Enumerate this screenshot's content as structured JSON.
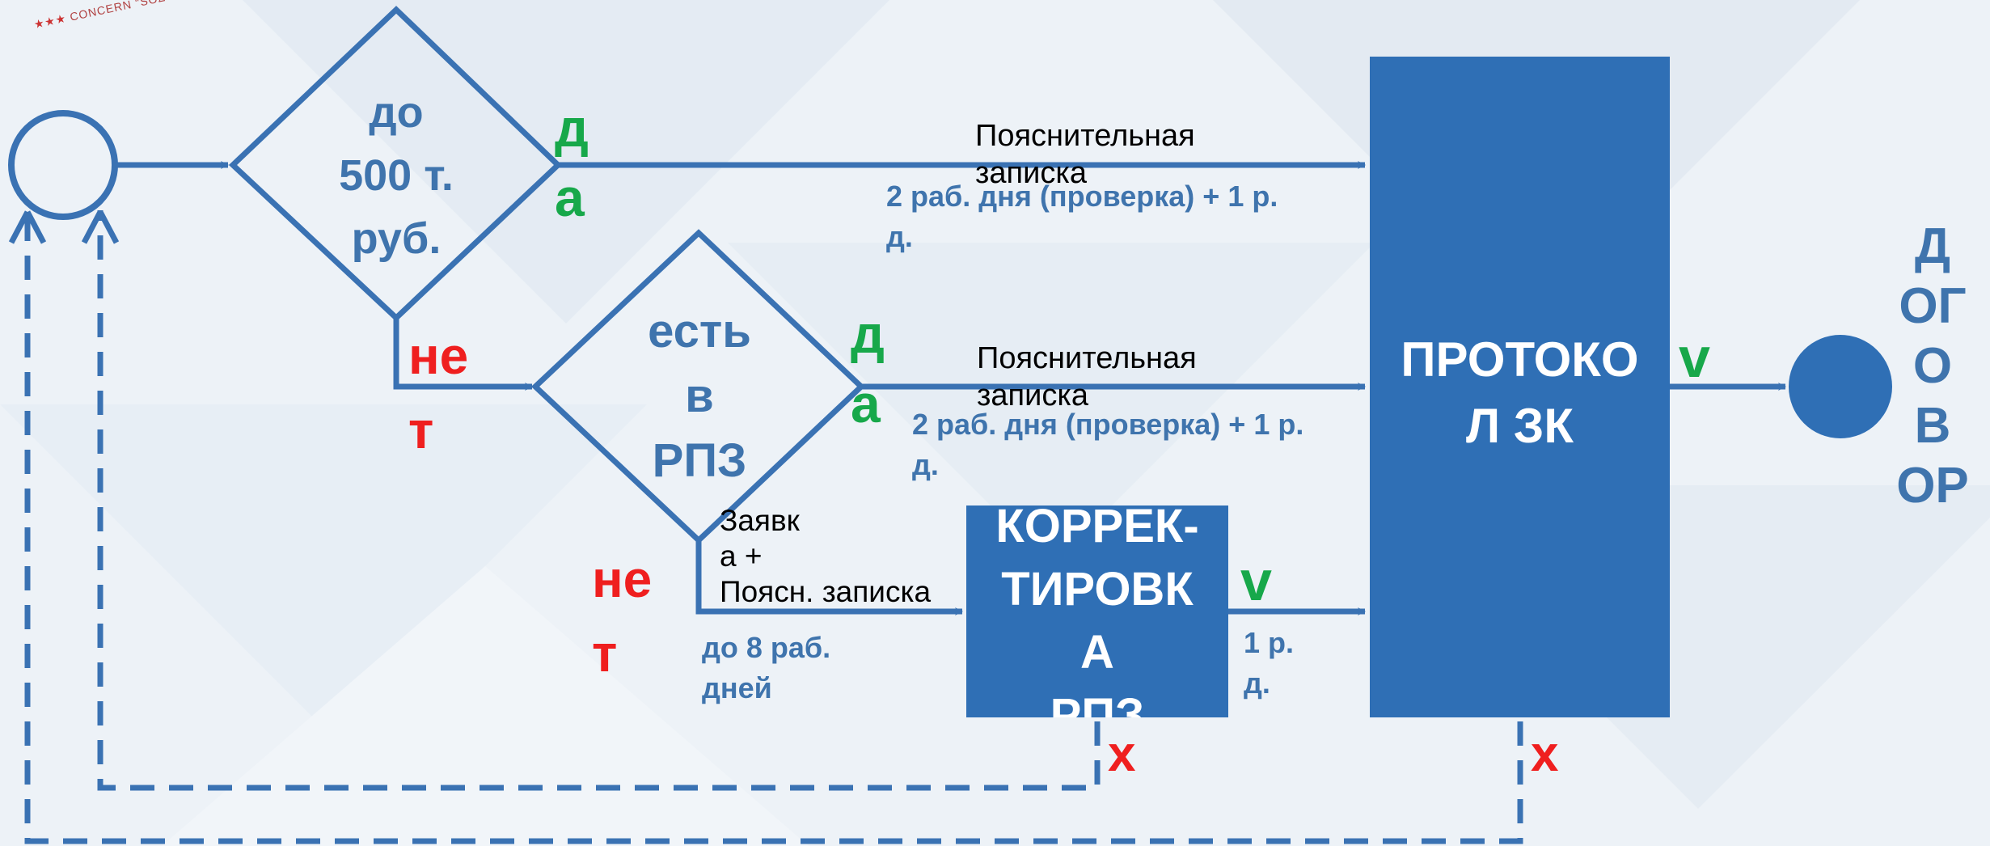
{
  "logo": {
    "text": "CONCERN \"SOZVEZ"
  },
  "decisions": {
    "d1": {
      "label": "до\n500 т.\nруб.",
      "yes": "д\nа",
      "no": "не\nт"
    },
    "d2": {
      "label": "есть\nв\nРПЗ",
      "yes": "д\nа",
      "no": "не\nт"
    }
  },
  "edges": {
    "top_label": "Пояснительная\nзаписка",
    "top_time": "2 раб. дня (проверка) + 1 р.\nд.",
    "mid_label": "Пояснительная\nзаписка",
    "mid_time": "2 раб. дня (проверка) + 1 р.\nд.",
    "bottom_label": "Заявк\nа   +\nПоясн. записка",
    "bottom_time": "до 8 раб.\nдней",
    "korr_time": "1 р.\nд.",
    "korr_mark": "v",
    "protocol_mark": "v",
    "korr_reject": "x",
    "protocol_reject": "x"
  },
  "boxes": {
    "korrektirovka": "КОРРЕК-\nТИРОВК\nА\nРПЗ",
    "protocol": "ПРОТОКО\nЛ ЗК"
  },
  "end": {
    "label": "Д\nОГ\nО\nВ\nОР"
  },
  "colors": {
    "primary": "#2f6fb5",
    "text_blue": "#3f74ad",
    "yes_green": "#17a84a",
    "no_red": "#ef1f1f"
  }
}
